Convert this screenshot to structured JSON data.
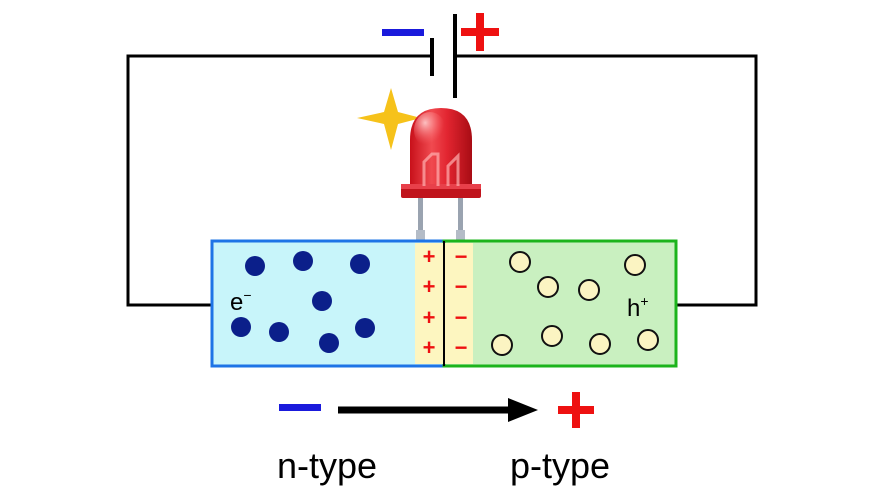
{
  "labels": {
    "electron": "e",
    "electron_sup": "−",
    "hole": "h",
    "hole_sup": "+",
    "n_type": "n-type",
    "p_type": "p-type"
  },
  "symbols": {
    "minus": "−",
    "plus": "+"
  },
  "depletion": {
    "n_side_charges": [
      "+",
      "+",
      "+",
      "+"
    ],
    "p_side_charges": [
      "−",
      "−",
      "−",
      "−"
    ]
  },
  "colors": {
    "minus_blue": "#1a1adc",
    "plus_red": "#ee1111",
    "n_region_fill": "#c8f5fa",
    "n_region_border": "#1e74e6",
    "p_region_fill": "#c9f0c0",
    "p_region_border": "#1cb41c",
    "depletion_fill": "#fdf6c0",
    "electron": "#0b1f8a",
    "hole_fill": "#fbf4c2",
    "hole_stroke": "#111111",
    "led_red": "#e8202a",
    "spark": "#f6c21a",
    "wire": "#000000"
  },
  "icons": {
    "led": "led-icon",
    "spark": "sparkle-icon",
    "battery": "battery-icon",
    "arrow": "arrow-right-icon"
  }
}
